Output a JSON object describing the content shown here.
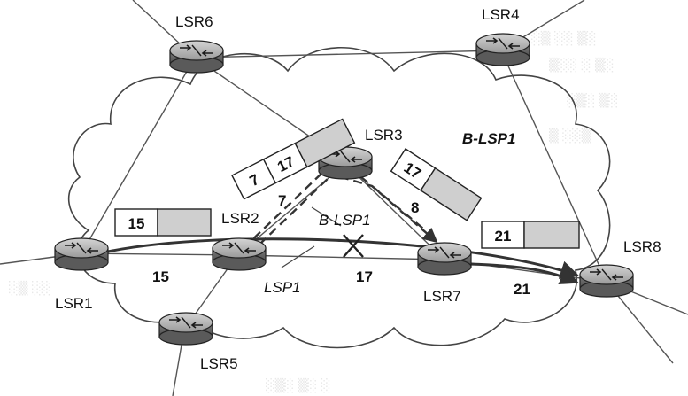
{
  "routers": {
    "lsr1": "LSR1",
    "lsr2": "LSR2",
    "lsr3": "LSR3",
    "lsr4": "LSR4",
    "lsr5": "LSR5",
    "lsr6": "LSR6",
    "lsr7": "LSR7",
    "lsr8": "LSR8"
  },
  "paths": {
    "lsp1": "LSP1",
    "b_lsp1_top": "B-LSP1",
    "b_lsp1_mid": "B-LSP1"
  },
  "link_labels": {
    "l1_2": "15",
    "l2_7": "17",
    "l7_8": "21",
    "l2_3": "7",
    "l3_7": "8"
  },
  "label_boxes": {
    "box_lsr1": "15",
    "box_lsr2_outer": "7",
    "box_lsr2_inner": "17",
    "box_lsr3": "17",
    "box_lsr7": "21"
  },
  "colors": {
    "line": "#555555",
    "router_body": "#8a8a8a",
    "router_top": "#b5b5b5",
    "box_shade": "#cfcfcf"
  }
}
